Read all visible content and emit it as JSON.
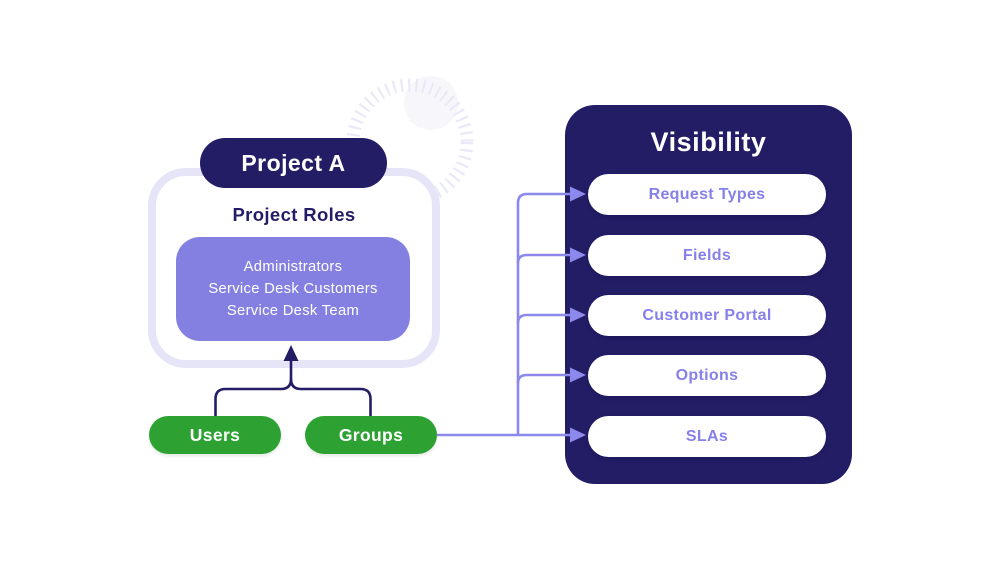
{
  "colors": {
    "navy": "#231d66",
    "roles_box_purple": "#8480e2",
    "green": "#2da233",
    "connector_purple": "#8d88ec",
    "container_border": "#e6e5f7",
    "pill_text_purple": "#8680ea",
    "background": "#ffffff"
  },
  "project": {
    "title": "Project A",
    "roles_heading": "Project Roles",
    "roles": [
      "Administrators",
      "Service Desk Customers",
      "Service Desk Team"
    ]
  },
  "sources": {
    "users": "Users",
    "groups": "Groups"
  },
  "visibility": {
    "title": "Visibility",
    "items": [
      "Request Types",
      "Fields",
      "Customer Portal",
      "Options",
      "SLAs"
    ]
  }
}
